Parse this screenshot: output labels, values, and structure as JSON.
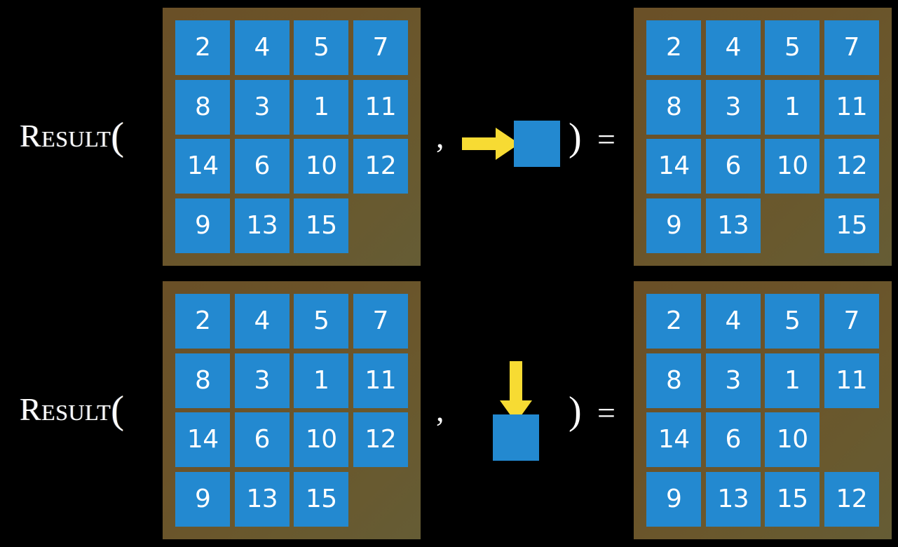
{
  "slide": {
    "background_color": "#000000",
    "tile_color": "#2389d0",
    "frame_color": "#6a5027",
    "arrow_color": "#f7db33",
    "text_color": "#ffffff"
  },
  "symbols": {
    "result_word": "Result",
    "open_paren": "(",
    "comma": ",",
    "close_paren": ")",
    "equals": "="
  },
  "rows": [
    {
      "id": "row-top",
      "move": "right",
      "arrow_icon": "arrow-right-icon",
      "input_grid": {
        "rows": [
          [
            "2",
            "4",
            "5",
            "7"
          ],
          [
            "8",
            "3",
            "1",
            "11"
          ],
          [
            "14",
            "6",
            "10",
            "12"
          ],
          [
            "9",
            "13",
            "15",
            ""
          ]
        ]
      },
      "output_grid": {
        "rows": [
          [
            "2",
            "4",
            "5",
            "7"
          ],
          [
            "8",
            "3",
            "1",
            "11"
          ],
          [
            "14",
            "6",
            "10",
            "12"
          ],
          [
            "9",
            "13",
            "",
            "15"
          ]
        ]
      }
    },
    {
      "id": "row-bottom",
      "move": "down",
      "arrow_icon": "arrow-down-icon",
      "input_grid": {
        "rows": [
          [
            "2",
            "4",
            "5",
            "7"
          ],
          [
            "8",
            "3",
            "1",
            "11"
          ],
          [
            "14",
            "6",
            "10",
            "12"
          ],
          [
            "9",
            "13",
            "15",
            ""
          ]
        ]
      },
      "output_grid": {
        "rows": [
          [
            "2",
            "4",
            "5",
            "7"
          ],
          [
            "8",
            "3",
            "1",
            "11"
          ],
          [
            "14",
            "6",
            "10",
            ""
          ],
          [
            "9",
            "13",
            "15",
            "12"
          ]
        ]
      }
    }
  ]
}
